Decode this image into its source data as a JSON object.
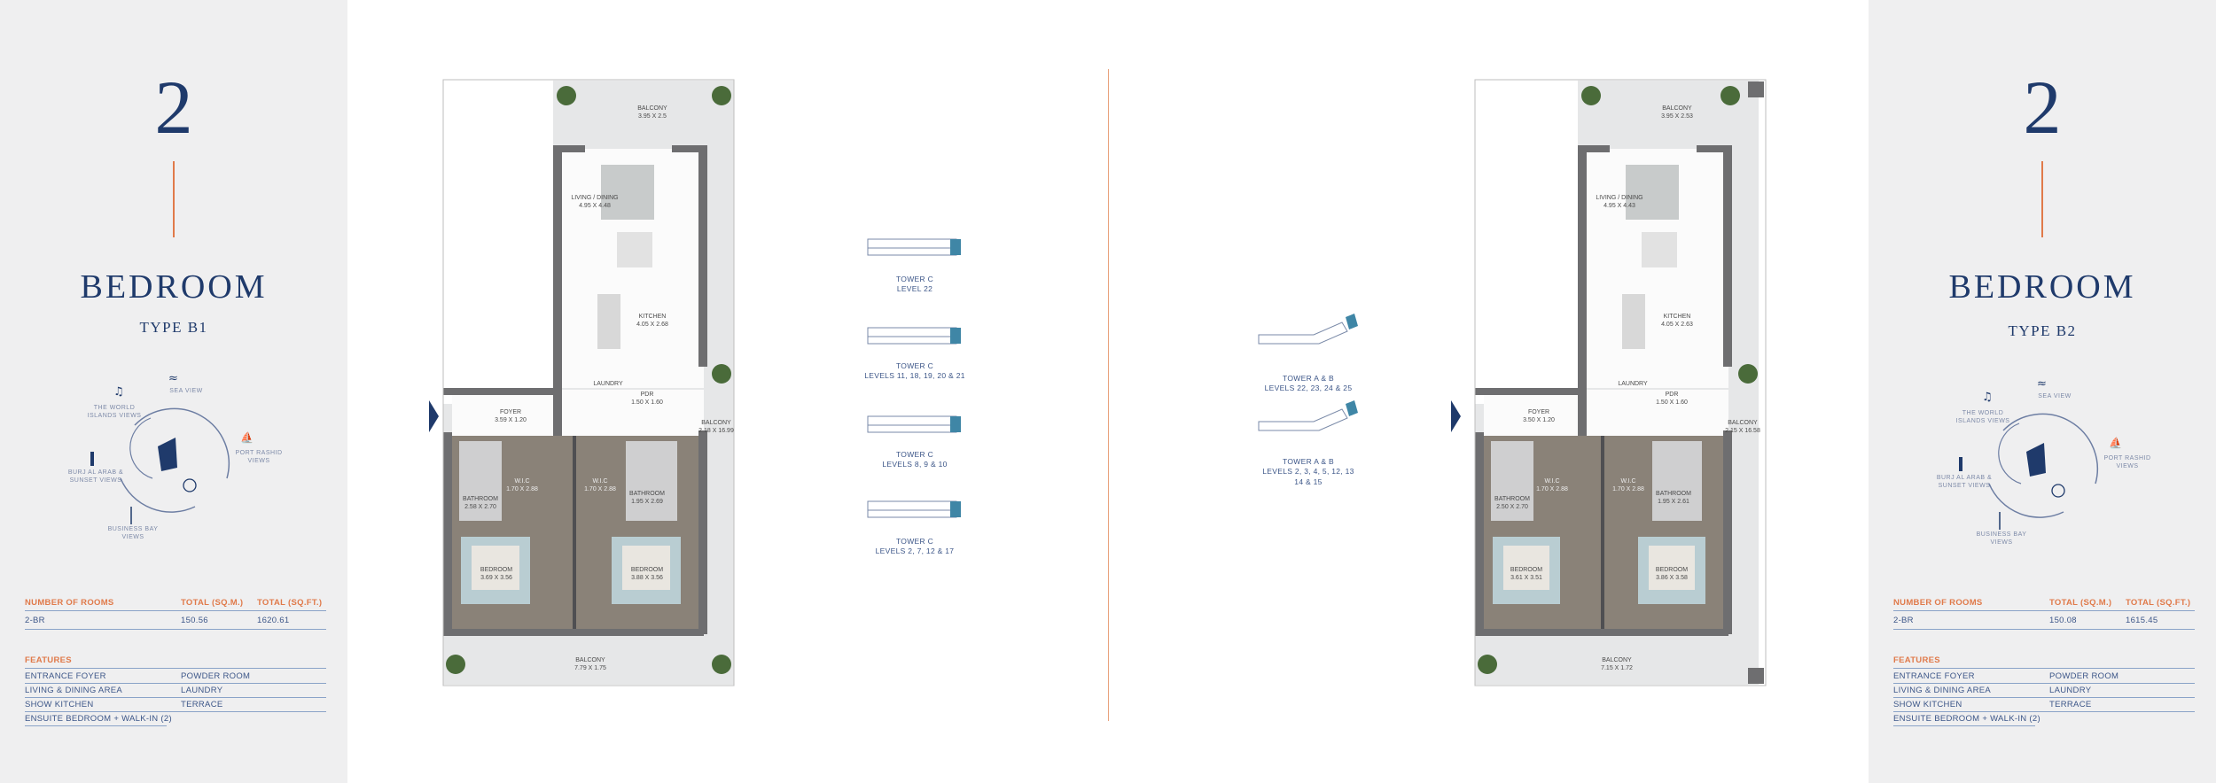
{
  "left": {
    "number": "2",
    "title": "BEDROOM",
    "type": "TYPE B1",
    "views": {
      "world_islands": "THE WORLD ISLANDS VIEWS",
      "sea": "SEA VIEW",
      "port_rashid": "PORT RASHID VIEWS",
      "burj_al_arab": "BURJ AL ARAB & SUNSET VIEWS",
      "business_bay": "BUSINESS BAY VIEWS"
    },
    "table": {
      "headers": [
        "NUMBER OF ROOMS",
        "TOTAL (SQ.M.)",
        "TOTAL (SQ.FT.)"
      ],
      "row": [
        "2-BR",
        "150.56",
        "1620.61"
      ]
    },
    "features_title": "FEATURES",
    "features": [
      [
        "ENTRANCE FOYER",
        "POWDER ROOM"
      ],
      [
        "LIVING & DINING AREA",
        "LAUNDRY"
      ],
      [
        "SHOW KITCHEN",
        "TERRACE"
      ],
      [
        "ENSUITE BEDROOM + WALK-IN (2)",
        ""
      ]
    ]
  },
  "right": {
    "number": "2",
    "title": "BEDROOM",
    "type": "TYPE B2",
    "views": {
      "world_islands": "THE WORLD ISLANDS VIEWS",
      "sea": "SEA VIEW",
      "port_rashid": "PORT RASHID VIEWS",
      "burj_al_arab": "BURJ AL ARAB & SUNSET VIEWS",
      "business_bay": "BUSINESS BAY VIEWS"
    },
    "table": {
      "headers": [
        "NUMBER OF ROOMS",
        "TOTAL (SQ.M.)",
        "TOTAL (SQ.FT.)"
      ],
      "row": [
        "2-BR",
        "150.08",
        "1615.45"
      ]
    },
    "features_title": "FEATURES",
    "features": [
      [
        "ENTRANCE FOYER",
        "POWDER ROOM"
      ],
      [
        "LIVING & DINING AREA",
        "LAUNDRY"
      ],
      [
        "SHOW KITCHEN",
        "TERRACE"
      ],
      [
        "ENSUITE BEDROOM + WALK-IN (2)",
        ""
      ]
    ]
  },
  "plan_b1": {
    "balcony_top": [
      "BALCONY",
      "3.95 X 2.5"
    ],
    "living": [
      "LIVING / DINING",
      "4.95 X 4.48"
    ],
    "kitchen": [
      "KITCHEN",
      "4.05 X 2.68"
    ],
    "laundry": "LAUNDRY",
    "pdr": [
      "PDR",
      "1.50 X 1.60"
    ],
    "foyer": [
      "FOYER",
      "3.59 X 1.20"
    ],
    "balcony_side": [
      "BALCONY",
      "2.18 X 16.99"
    ],
    "wic_left": [
      "W.I.C",
      "1.70 X 2.88"
    ],
    "wic_right": [
      "W.I.C",
      "1.70 X 2.88"
    ],
    "bath_left": [
      "BATHROOM",
      "2.58 X 2.70"
    ],
    "bath_right": [
      "BATHROOM",
      "1.95 X 2.69"
    ],
    "bed_left": [
      "BEDROOM",
      "3.69 X 3.56"
    ],
    "bed_right": [
      "BEDROOM",
      "3.88 X 3.56"
    ],
    "balcony_bottom": [
      "BALCONY",
      "7.79 X 1.75"
    ]
  },
  "plan_b2": {
    "balcony_top": [
      "BALCONY",
      "3.95 X 2.53"
    ],
    "living": [
      "LIVING / DINING",
      "4.95 X 4.43"
    ],
    "kitchen": [
      "KITCHEN",
      "4.05 X 2.63"
    ],
    "laundry": "LAUNDRY",
    "pdr": [
      "PDR",
      "1.50 X 1.60"
    ],
    "foyer": [
      "FOYER",
      "3.50 X 1.20"
    ],
    "balcony_side": [
      "BALCONY",
      "2.15 X 16.58"
    ],
    "wic_left": [
      "W.I.C",
      "1.70 X 2.88"
    ],
    "wic_right": [
      "W.I.C",
      "1.70 X 2.88"
    ],
    "bath_left": [
      "BATHROOM",
      "2.50 X 2.70"
    ],
    "bath_right": [
      "BATHROOM",
      "1.95 X 2.61"
    ],
    "bed_left": [
      "BEDROOM",
      "3.61 X 3.51"
    ],
    "bed_right": [
      "BEDROOM",
      "3.86 X 3.58"
    ],
    "balcony_bottom": [
      "BALCONY",
      "7.15 X 1.72"
    ]
  },
  "keyplans_left": [
    [
      "TOWER C",
      "LEVEL 22"
    ],
    [
      "TOWER C",
      "LEVELS 11, 18, 19, 20 & 21"
    ],
    [
      "TOWER C",
      "LEVELS 8, 9 & 10"
    ],
    [
      "TOWER C",
      "LEVELS 2, 7, 12 & 17"
    ]
  ],
  "keyplans_right": [
    [
      "TOWER A & B",
      "LEVELS 22, 23, 24 & 25"
    ],
    [
      "TOWER A & B",
      "LEVELS 2, 3, 4, 5, 12, 13",
      "14 & 15"
    ]
  ]
}
